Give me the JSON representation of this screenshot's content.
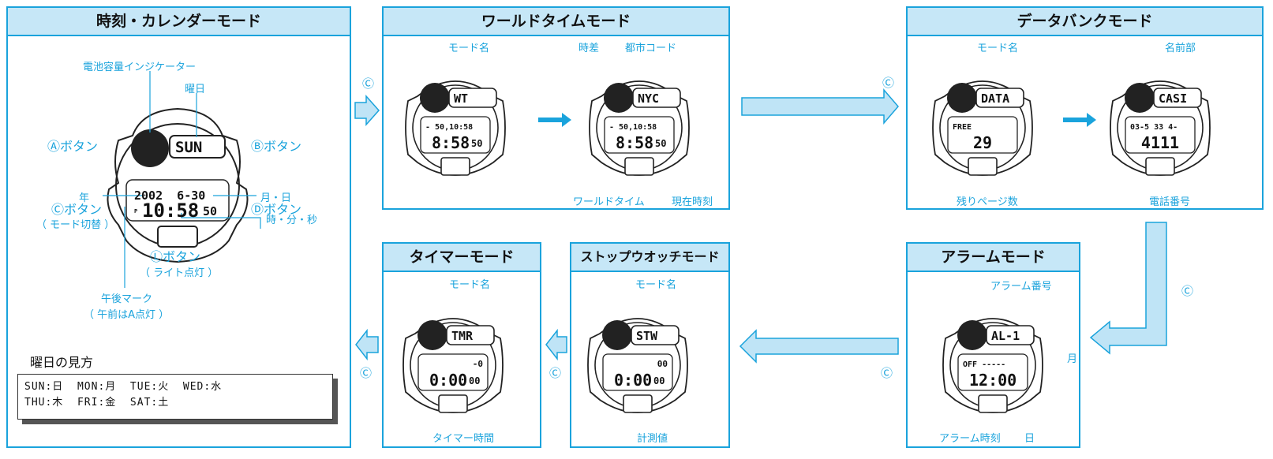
{
  "panels": {
    "timecal": {
      "title": "時刻・カレンダーモード",
      "battery": "電池容量インジケーター",
      "weekday": "曜日",
      "a_button": "Ⓐボタン",
      "b_button": "Ⓑボタン",
      "year": "年",
      "monthday": "月・日",
      "c_button": "Ⓒボタン",
      "c_sub": "（ モード切替 ）",
      "d_button": "Ⓓボタン",
      "hms": "時・分・秒",
      "l_button": "Ⓛボタン",
      "l_sub": "（ ライト点灯 ）",
      "pm_mark": "午後マーク",
      "pm_sub": "（ 午前はA点灯 ）",
      "lcd_top": "SUN",
      "lcd_date": "2002  6-30",
      "lcd_time": "10:58",
      "lcd_sec": "50",
      "lcd_p": "P",
      "legend_title": "曜日の見方",
      "legend_line1": "SUN:日  MON:月  TUE:火  WED:水",
      "legend_line2": "THU:木  FRI:金  SAT:土"
    },
    "world": {
      "title": "ワールドタイムモード",
      "mode_name": "モード名",
      "time_diff": "時差",
      "city_code": "都市コード",
      "world_time": "ワールドタイム",
      "current_time": "現在時刻",
      "w1_top": "WT",
      "w1_mid": "-  50,10:58",
      "w1_time": "8:58",
      "w1_sec": "50",
      "w2_top": "NYC",
      "w2_mid": "-  50,10:58",
      "w2_time": "8:58",
      "w2_sec": "50"
    },
    "databank": {
      "title": "データバンクモード",
      "mode_name": "モード名",
      "name_part": "名前部",
      "pages_left": "残りページ数",
      "phone": "電話番号",
      "d1_top": "DATA",
      "d1_mid": "FREE",
      "d1_num": "29",
      "d2_top": "CASI",
      "d2_mid": "03-5 33 4-",
      "d2_num": "4111"
    },
    "alarm": {
      "title": "アラームモード",
      "alarm_no": "アラーム番号",
      "month": "月",
      "day": "日",
      "alarm_time": "アラーム時刻",
      "a_top": "AL-1",
      "a_mid": "OFF -----",
      "a_time": "12:00"
    },
    "stopwatch": {
      "title": "ストップウオッチモード",
      "mode_name": "モード名",
      "measured": "計測値",
      "s_top": "STW",
      "s_mid": "00",
      "s_time": "0:00",
      "s_sec": "00"
    },
    "timer": {
      "title": "タイマーモード",
      "mode_name": "モード名",
      "timer_time": "タイマー時間",
      "t_top": "TMR",
      "t_mid": "-0",
      "t_time": "0:00",
      "t_sec": "00"
    }
  },
  "arrow_label": "Ⓒ",
  "colors": {
    "accent": "#1aa3dc",
    "title_bg": "#c6e7f7",
    "arrow_fill": "#bfe4f6"
  }
}
